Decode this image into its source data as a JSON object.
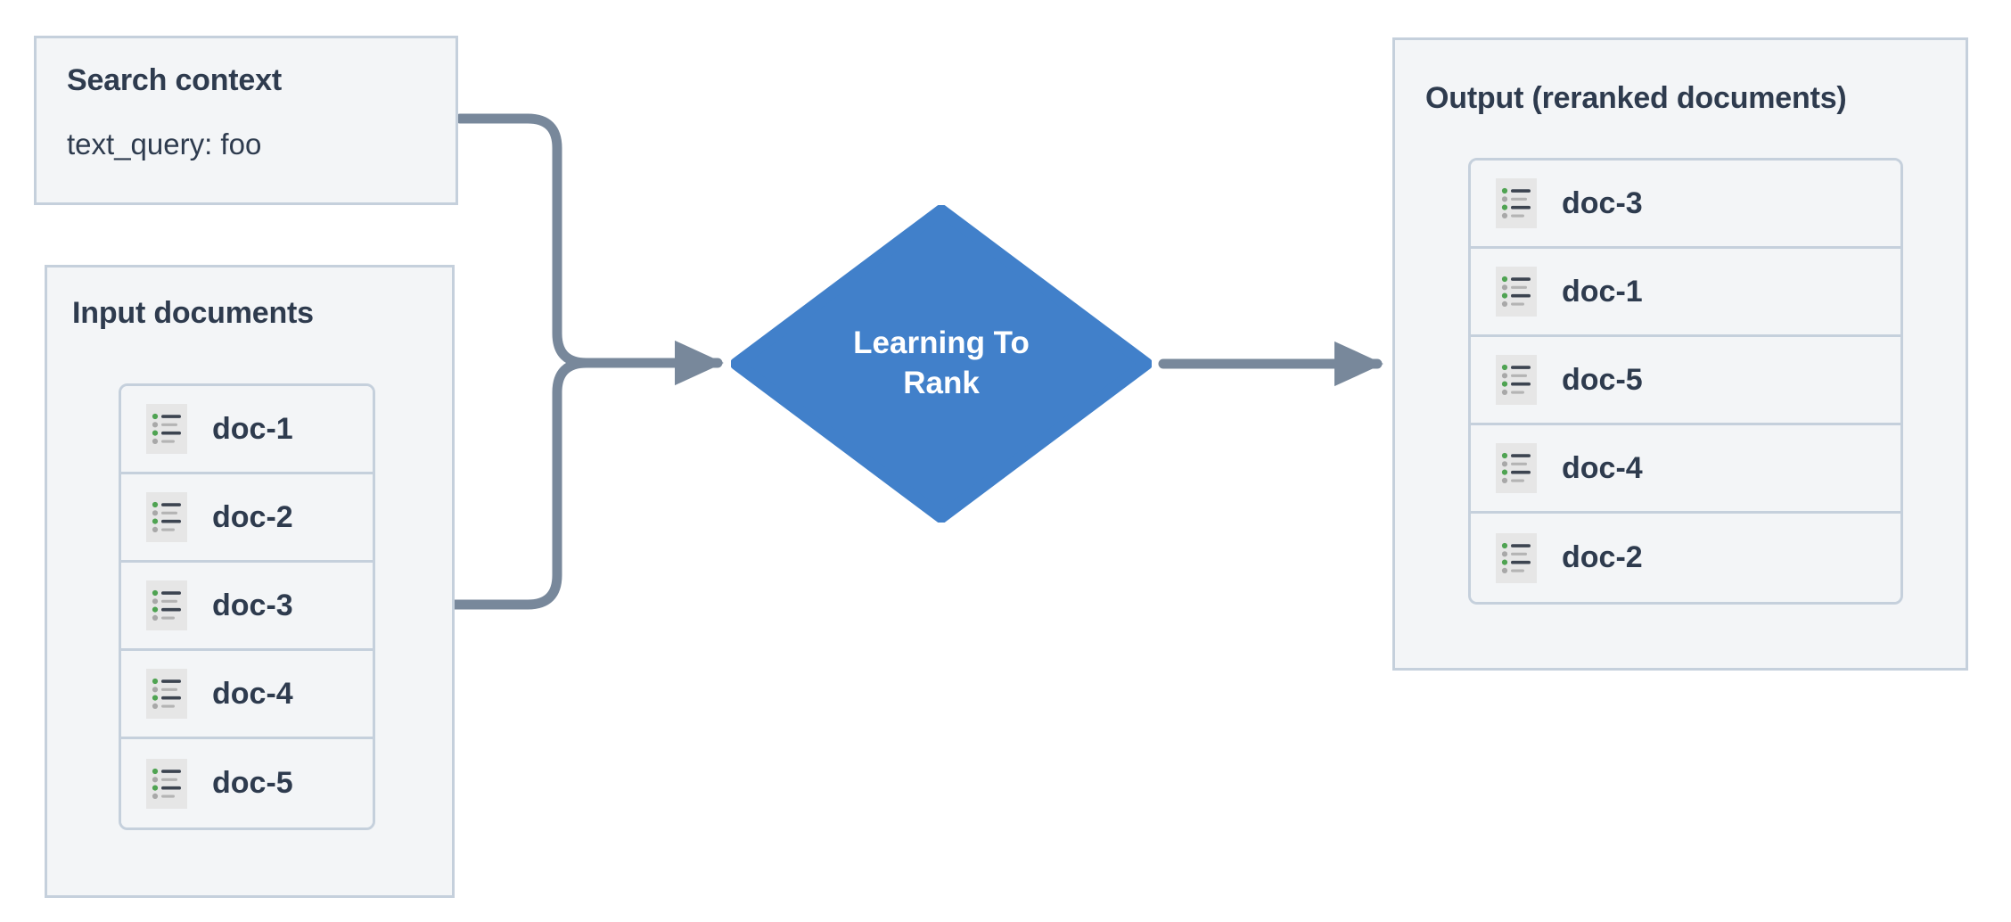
{
  "diagram": {
    "title": "Learning To Rank reranking flow",
    "colors": {
      "panel_bg": "#f3f5f7",
      "panel_border": "#c5d0dc",
      "text": "#2e3b4e",
      "node_fill": "#4180ca",
      "node_text": "#ffffff",
      "connector": "#78889b",
      "icon_tile": "#e6e6e6",
      "icon_bullet_active": "#4fa352",
      "icon_bullet_muted": "#a8a8a8",
      "icon_line_dark": "#3c4450",
      "icon_line_light": "#b4b4b4"
    }
  },
  "search_context": {
    "title": "Search context",
    "query_line": "text_query: foo"
  },
  "input_documents": {
    "title": "Input documents",
    "items": [
      {
        "label": "doc-1",
        "icon": "document-list-icon"
      },
      {
        "label": "doc-2",
        "icon": "document-list-icon"
      },
      {
        "label": "doc-3",
        "icon": "document-list-icon"
      },
      {
        "label": "doc-4",
        "icon": "document-list-icon"
      },
      {
        "label": "doc-5",
        "icon": "document-list-icon"
      }
    ]
  },
  "process_node": {
    "label_line_1": "Learning To",
    "label_line_2": "Rank",
    "shape": "diamond"
  },
  "output_documents": {
    "title": "Output (reranked documents)",
    "items": [
      {
        "label": "doc-3",
        "icon": "document-list-icon"
      },
      {
        "label": "doc-1",
        "icon": "document-list-icon"
      },
      {
        "label": "doc-5",
        "icon": "document-list-icon"
      },
      {
        "label": "doc-4",
        "icon": "document-list-icon"
      },
      {
        "label": "doc-2",
        "icon": "document-list-icon"
      }
    ]
  },
  "connectors": [
    {
      "name": "search-context-to-ltr",
      "from": "search_context",
      "to": "process_node",
      "arrow": true
    },
    {
      "name": "input-documents-to-ltr",
      "from": "input_documents",
      "to": "process_node",
      "arrow": true
    },
    {
      "name": "ltr-to-output",
      "from": "process_node",
      "to": "output_documents",
      "arrow": true
    }
  ]
}
